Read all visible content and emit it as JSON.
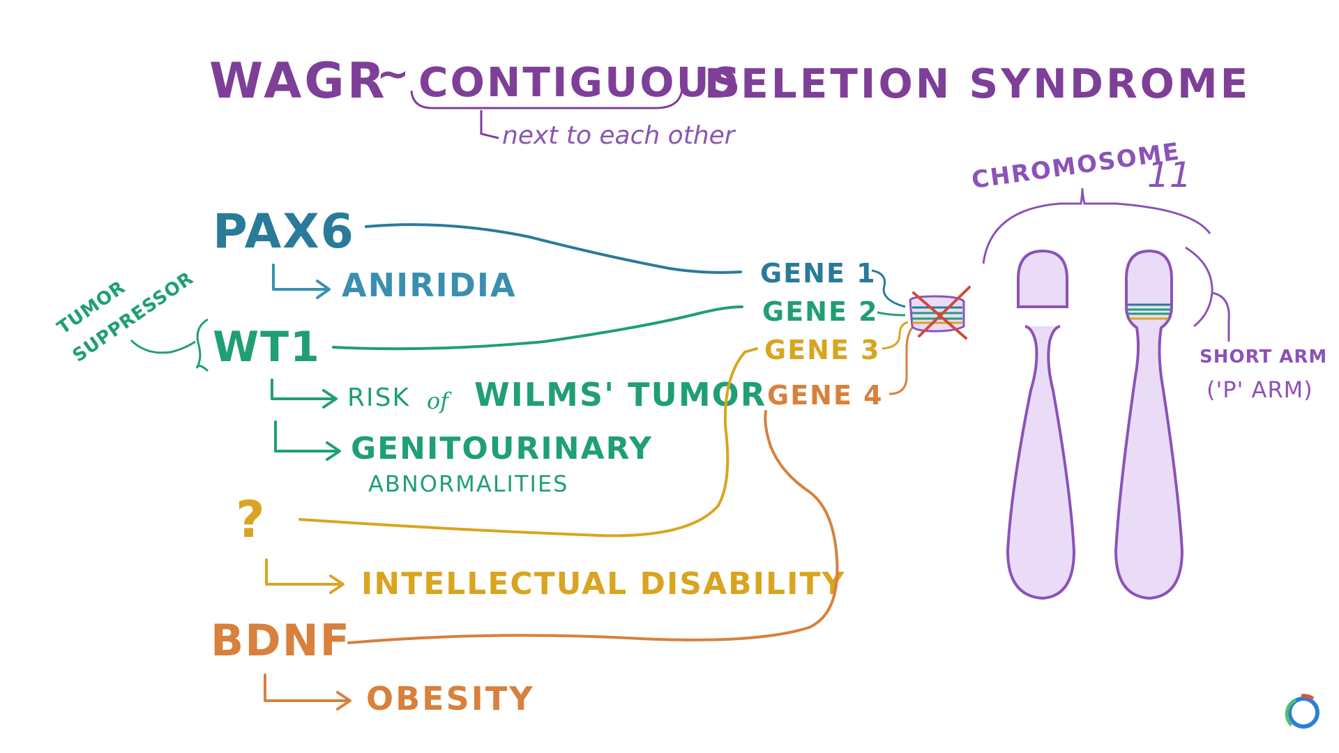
{
  "title": {
    "acronym": "WAGR",
    "tilde": "~",
    "word_contiguous": "CONTIGUOUS",
    "word_rest": "DELETION SYNDROME",
    "annotation": "next to each other"
  },
  "tumor_suppressor_label": {
    "line1": "TUMOR",
    "line2": "SUPPRESSOR"
  },
  "genes": {
    "pax6": {
      "name": "PAX6",
      "effect": "ANIRIDIA"
    },
    "wt1": {
      "name": "WT1",
      "effect1_prefix": "RISK",
      "effect1_of": "of",
      "effect1_main": "WILMS' TUMOR",
      "effect2_line1": "GENITOURINARY",
      "effect2_line2": "ABNORMALITIES"
    },
    "unknown": {
      "name": "?",
      "effect": "INTELLECTUAL DISABILITY"
    },
    "bdnf": {
      "name": "BDNF",
      "effect": "OBESITY"
    }
  },
  "gene_labels": [
    "GENE 1",
    "GENE 2",
    "GENE 3",
    "GENE 4"
  ],
  "chromosome": {
    "title_word": "CHROMOSOME",
    "title_num": "11",
    "arm_label_line1": "SHORT ARM",
    "arm_label_line2": "('P' ARM)"
  },
  "colors": {
    "purple": "#7e3f98",
    "blue": "#2a7a9a",
    "teal": "#1f9f73",
    "gold": "#d9a41f",
    "orange": "#d8803c",
    "red_x": "#cf4a3c",
    "chromosome_fill": "#eadcf7",
    "chromosome_stroke": "#8b52b8"
  }
}
